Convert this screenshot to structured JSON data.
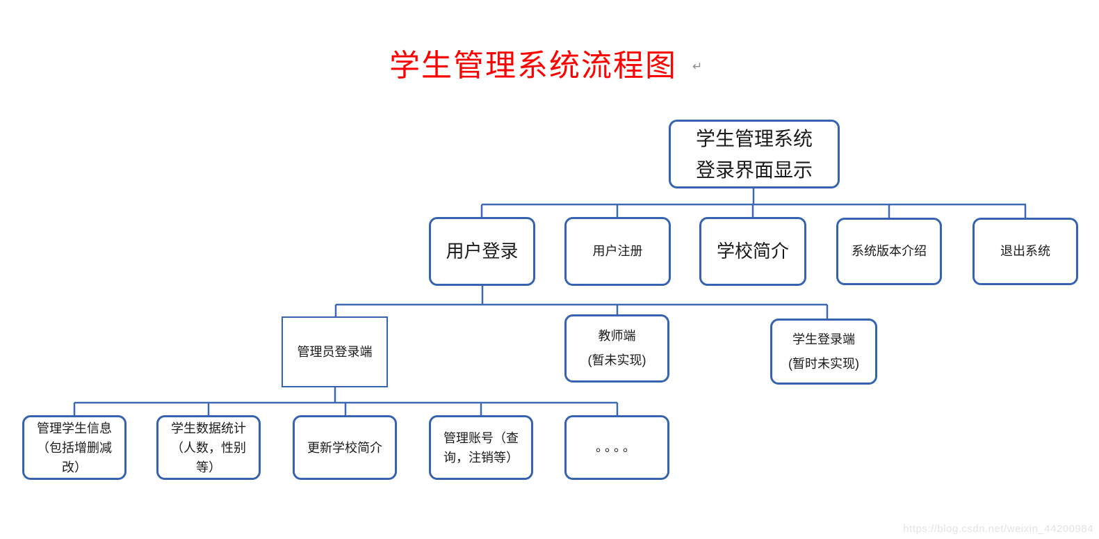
{
  "title": {
    "text": "学生管理系统流程图",
    "paragraph_mark": "↵"
  },
  "watermark": "https://blog.csdn.net/weixin_44200984",
  "colors": {
    "title": "#FF0000",
    "node_border": "#3563AF",
    "connector": "#3E68B2",
    "node_text": "#1A1A1A",
    "watermark": "#E3E3E3",
    "background": "#FFFFFF"
  },
  "nodes": {
    "root": {
      "label": "学生管理系统\n登录界面显示"
    },
    "level2": [
      {
        "label": "用户登录"
      },
      {
        "label": "用户注册"
      },
      {
        "label": "学校简介"
      },
      {
        "label": "系统版本介绍"
      },
      {
        "label": "退出系统"
      }
    ],
    "level3": [
      {
        "label": "管理员登录端"
      },
      {
        "label": "教师端\n(暂未实现)"
      },
      {
        "label": "学生登录端\n(暂时未实现)"
      }
    ],
    "level4": [
      {
        "label": "管理学生信息\n（包括增删减\n改）"
      },
      {
        "label": "学生数据统计\n（人数，性别\n等）"
      },
      {
        "label": "更新学校简介"
      },
      {
        "label": "管理账号（查\n询，注销等）"
      },
      {
        "label": "。。。。"
      }
    ]
  }
}
